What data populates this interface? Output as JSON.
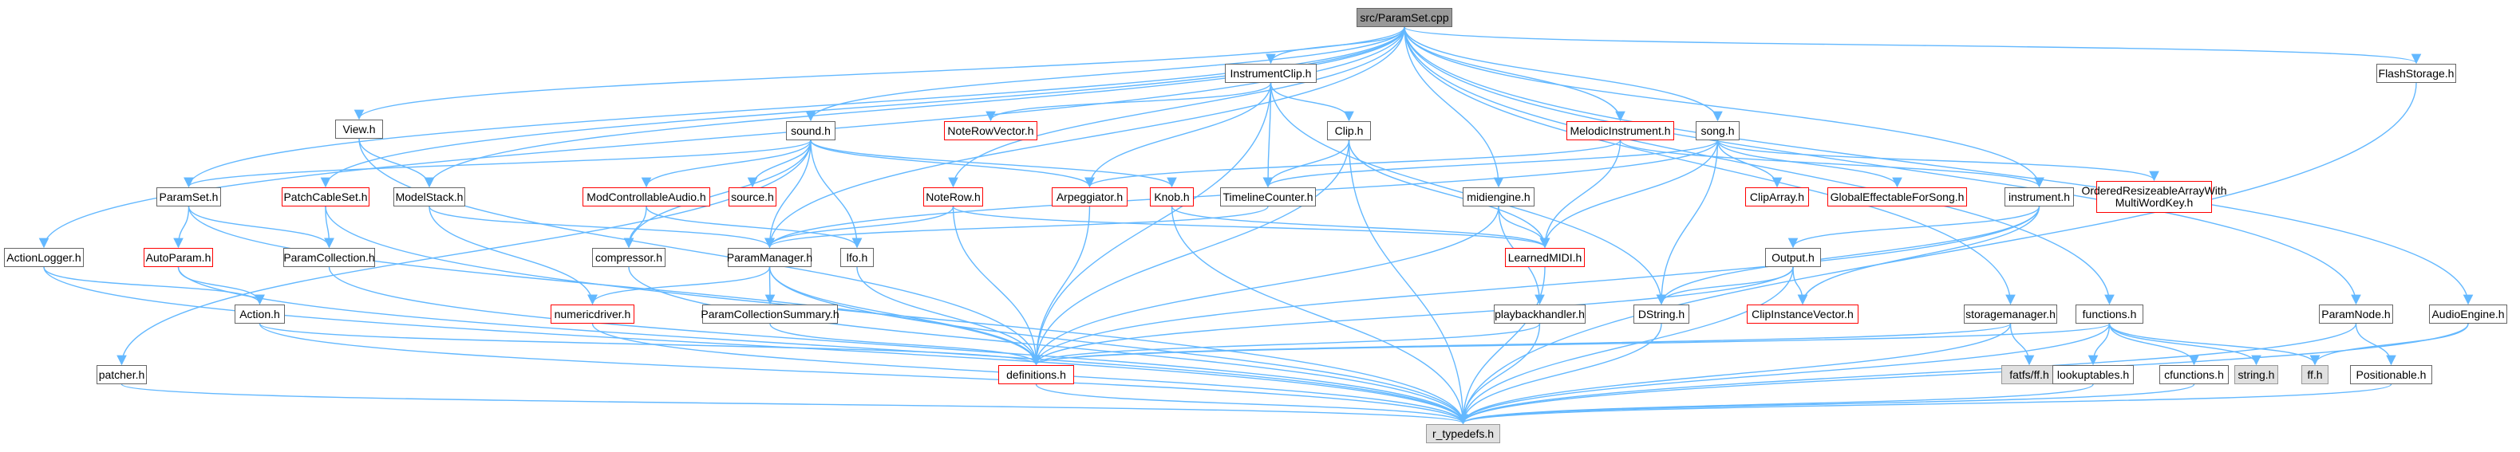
{
  "diagram": {
    "title": "",
    "colors": {
      "edge": "#63b8ff",
      "edge_dark": "#999999",
      "node_border": "#666666",
      "link_border": "#ff0000",
      "root_fill": "#999999",
      "external_fill": "#e0e0e0"
    },
    "nodes": [
      {
        "id": "ParamSet_cpp",
        "label": "src/ParamSet.cpp",
        "kind": "root"
      },
      {
        "id": "InstrumentClip_h",
        "label": "InstrumentClip.h",
        "kind": "link"
      },
      {
        "id": "FlashStorage_h",
        "label": "FlashStorage.h",
        "kind": "link"
      },
      {
        "id": "View_h",
        "label": "View.h",
        "kind": "link"
      },
      {
        "id": "sound_h",
        "label": "sound.h",
        "kind": "link"
      },
      {
        "id": "NoteRowVector_h",
        "label": "NoteRowVector.h",
        "kind": "incomplete"
      },
      {
        "id": "Clip_h",
        "label": "Clip.h",
        "kind": "link"
      },
      {
        "id": "MelodicInstrument_h",
        "label": "MelodicInstrument.h",
        "kind": "incomplete"
      },
      {
        "id": "song_h",
        "label": "song.h",
        "kind": "link"
      },
      {
        "id": "ParamSet_h",
        "label": "ParamSet.h",
        "kind": "link"
      },
      {
        "id": "PatchCableSet_h",
        "label": "PatchCableSet.h",
        "kind": "incomplete"
      },
      {
        "id": "ModelStack_h",
        "label": "ModelStack.h",
        "kind": "link"
      },
      {
        "id": "ModControllableAudio_h",
        "label": "ModControllableAudio.h",
        "kind": "incomplete"
      },
      {
        "id": "source_h",
        "label": "source.h",
        "kind": "incomplete"
      },
      {
        "id": "NoteRow_h",
        "label": "NoteRow.h",
        "kind": "incomplete"
      },
      {
        "id": "Arpeggiator_h",
        "label": "Arpeggiator.h",
        "kind": "incomplete"
      },
      {
        "id": "Knob_h",
        "label": "Knob.h",
        "kind": "incomplete"
      },
      {
        "id": "TimelineCounter_h",
        "label": "TimelineCounter.h",
        "kind": "link"
      },
      {
        "id": "midiengine_h",
        "label": "midiengine.h",
        "kind": "link"
      },
      {
        "id": "ClipArray_h",
        "label": "ClipArray.h",
        "kind": "incomplete"
      },
      {
        "id": "GlobalEffectableForSong_h",
        "label": "GlobalEffectableForSong.h",
        "kind": "incomplete"
      },
      {
        "id": "instrument_h",
        "label": "instrument.h",
        "kind": "link"
      },
      {
        "id": "OrderedResizeableArrayWithMultiWordKey_h",
        "label": "OrderedResizeableArrayWith MultiWordKey.h",
        "kind": "incomplete"
      },
      {
        "id": "ActionLogger_h",
        "label": "ActionLogger.h",
        "kind": "link"
      },
      {
        "id": "AutoParam_h",
        "label": "AutoParam.h",
        "kind": "incomplete"
      },
      {
        "id": "ParamCollection_h",
        "label": "ParamCollection.h",
        "kind": "link"
      },
      {
        "id": "compressor_h",
        "label": "compressor.h",
        "kind": "link"
      },
      {
        "id": "ParamManager_h",
        "label": "ParamManager.h",
        "kind": "link"
      },
      {
        "id": "lfo_h",
        "label": "lfo.h",
        "kind": "link"
      },
      {
        "id": "LearnedMIDI_h",
        "label": "LearnedMIDI.h",
        "kind": "incomplete"
      },
      {
        "id": "Output_h",
        "label": "Output.h",
        "kind": "link"
      },
      {
        "id": "Action_h",
        "label": "Action.h",
        "kind": "link"
      },
      {
        "id": "numericdriver_h",
        "label": "numericdriver.h",
        "kind": "incomplete"
      },
      {
        "id": "ParamCollectionSummary_h",
        "label": "ParamCollectionSummary.h",
        "kind": "link"
      },
      {
        "id": "playbackhandler_h",
        "label": "playbackhandler.h",
        "kind": "link"
      },
      {
        "id": "DString_h",
        "label": "DString.h",
        "kind": "link"
      },
      {
        "id": "ClipInstanceVector_h",
        "label": "ClipInstanceVector.h",
        "kind": "incomplete"
      },
      {
        "id": "storagemanager_h",
        "label": "storagemanager.h",
        "kind": "link"
      },
      {
        "id": "functions_h",
        "label": "functions.h",
        "kind": "link"
      },
      {
        "id": "ParamNode_h",
        "label": "ParamNode.h",
        "kind": "link"
      },
      {
        "id": "AudioEngine_h",
        "label": "AudioEngine.h",
        "kind": "link"
      },
      {
        "id": "patcher_h",
        "label": "patcher.h",
        "kind": "link"
      },
      {
        "id": "definitions_h",
        "label": "definitions.h",
        "kind": "incomplete"
      },
      {
        "id": "fatfs_ff_h",
        "label": "fatfs/ff.h",
        "kind": "external"
      },
      {
        "id": "lookuptables_h",
        "label": "lookuptables.h",
        "kind": "link"
      },
      {
        "id": "cfunctions_h",
        "label": "cfunctions.h",
        "kind": "link"
      },
      {
        "id": "string_h",
        "label": "string.h",
        "kind": "external"
      },
      {
        "id": "ff_h",
        "label": "ff.h",
        "kind": "external"
      },
      {
        "id": "Positionable_h",
        "label": "Positionable.h",
        "kind": "link"
      },
      {
        "id": "r_typedefs_h",
        "label": "r_typedefs.h",
        "kind": "external"
      }
    ],
    "edges": [
      [
        "ParamSet_cpp",
        "InstrumentClip_h"
      ],
      [
        "ParamSet_cpp",
        "FlashStorage_h"
      ],
      [
        "ParamSet_cpp",
        "View_h"
      ],
      [
        "ParamSet_cpp",
        "sound_h"
      ],
      [
        "ParamSet_cpp",
        "NoteRow_h"
      ],
      [
        "ParamSet_cpp",
        "MelodicInstrument_h"
      ],
      [
        "ParamSet_cpp",
        "song_h"
      ],
      [
        "ParamSet_cpp",
        "ParamSet_h"
      ],
      [
        "ParamSet_cpp",
        "PatchCableSet_h"
      ],
      [
        "ParamSet_cpp",
        "ModelStack_h"
      ],
      [
        "ParamSet_cpp",
        "ActionLogger_h"
      ],
      [
        "ParamSet_cpp",
        "ParamManager_h"
      ],
      [
        "ParamSet_cpp",
        "midiengine_h"
      ],
      [
        "ParamSet_cpp",
        "instrument_h"
      ],
      [
        "ParamSet_cpp",
        "functions_h"
      ],
      [
        "ParamSet_cpp",
        "ParamNode_h"
      ],
      [
        "ParamSet_cpp",
        "AudioEngine_h"
      ],
      [
        "ParamSet_cpp",
        "storagemanager_h"
      ],
      [
        "InstrumentClip_h",
        "NoteRowVector_h"
      ],
      [
        "InstrumentClip_h",
        "Clip_h"
      ],
      [
        "InstrumentClip_h",
        "Arpeggiator_h"
      ],
      [
        "InstrumentClip_h",
        "TimelineCounter_h"
      ],
      [
        "InstrumentClip_h",
        "DString_h"
      ],
      [
        "InstrumentClip_h",
        "definitions_h"
      ],
      [
        "FlashStorage_h",
        "r_typedefs_h"
      ],
      [
        "View_h",
        "ModelStack_h"
      ],
      [
        "View_h",
        "definitions_h"
      ],
      [
        "sound_h",
        "ModControllableAudio_h"
      ],
      [
        "sound_h",
        "source_h"
      ],
      [
        "sound_h",
        "Arpeggiator_h"
      ],
      [
        "sound_h",
        "Knob_h"
      ],
      [
        "sound_h",
        "ParamManager_h"
      ],
      [
        "sound_h",
        "lfo_h"
      ],
      [
        "sound_h",
        "compressor_h"
      ],
      [
        "sound_h",
        "ParamSet_h"
      ],
      [
        "sound_h",
        "patcher_h"
      ],
      [
        "Clip_h",
        "TimelineCounter_h"
      ],
      [
        "Clip_h",
        "LearnedMIDI_h"
      ],
      [
        "Clip_h",
        "definitions_h"
      ],
      [
        "Clip_h",
        "r_typedefs_h"
      ],
      [
        "MelodicInstrument_h",
        "instrument_h"
      ],
      [
        "MelodicInstrument_h",
        "Arpeggiator_h"
      ],
      [
        "MelodicInstrument_h",
        "LearnedMIDI_h"
      ],
      [
        "song_h",
        "ClipArray_h"
      ],
      [
        "song_h",
        "GlobalEffectableForSong_h"
      ],
      [
        "song_h",
        "OrderedResizeableArrayWithMultiWordKey_h"
      ],
      [
        "song_h",
        "TimelineCounter_h"
      ],
      [
        "song_h",
        "LearnedMIDI_h"
      ],
      [
        "song_h",
        "DString_h"
      ],
      [
        "song_h",
        "ParamManager_h"
      ],
      [
        "ParamSet_h",
        "AutoParam_h"
      ],
      [
        "ParamSet_h",
        "ParamCollection_h"
      ],
      [
        "ParamSet_h",
        "definitions_h"
      ],
      [
        "PatchCableSet_h",
        "ParamCollection_h"
      ],
      [
        "PatchCableSet_h",
        "r_typedefs_h"
      ],
      [
        "ModelStack_h",
        "ParamManager_h"
      ],
      [
        "ModelStack_h",
        "numericdriver_h"
      ],
      [
        "ModControllableAudio_h",
        "compressor_h"
      ],
      [
        "ModControllableAudio_h",
        "lfo_h"
      ],
      [
        "NoteRow_h",
        "ParamManager_h"
      ],
      [
        "NoteRow_h",
        "definitions_h"
      ],
      [
        "NoteRow_h",
        "LearnedMIDI_h"
      ],
      [
        "Arpeggiator_h",
        "definitions_h"
      ],
      [
        "Knob_h",
        "LearnedMIDI_h"
      ],
      [
        "Knob_h",
        "r_typedefs_h"
      ],
      [
        "TimelineCounter_h",
        "ParamManager_h"
      ],
      [
        "midiengine_h",
        "LearnedMIDI_h"
      ],
      [
        "midiengine_h",
        "playbackhandler_h"
      ],
      [
        "midiengine_h",
        "definitions_h"
      ],
      [
        "instrument_h",
        "Output_h"
      ],
      [
        "instrument_h",
        "ClipInstanceVector_h"
      ],
      [
        "instrument_h",
        "DString_h"
      ],
      [
        "instrument_h",
        "definitions_h"
      ],
      [
        "ActionLogger_h",
        "Action_h"
      ],
      [
        "ActionLogger_h",
        "r_typedefs_h"
      ],
      [
        "AutoParam_h",
        "Action_h"
      ],
      [
        "AutoParam_h",
        "r_typedefs_h"
      ],
      [
        "ParamCollection_h",
        "r_typedefs_h"
      ],
      [
        "compressor_h",
        "r_typedefs_h"
      ],
      [
        "ParamManager_h",
        "numericdriver_h"
      ],
      [
        "ParamManager_h",
        "ParamCollectionSummary_h"
      ],
      [
        "ParamManager_h",
        "definitions_h"
      ],
      [
        "ParamManager_h",
        "r_typedefs_h"
      ],
      [
        "lfo_h",
        "definitions_h"
      ],
      [
        "LearnedMIDI_h",
        "r_typedefs_h"
      ],
      [
        "Output_h",
        "ClipInstanceVector_h"
      ],
      [
        "Output_h",
        "DString_h"
      ],
      [
        "Output_h",
        "definitions_h"
      ],
      [
        "Output_h",
        "r_typedefs_h"
      ],
      [
        "Action_h",
        "definitions_h"
      ],
      [
        "Action_h",
        "r_typedefs_h"
      ],
      [
        "numericdriver_h",
        "r_typedefs_h"
      ],
      [
        "ParamCollectionSummary_h",
        "definitions_h"
      ],
      [
        "playbackhandler_h",
        "definitions_h"
      ],
      [
        "playbackhandler_h",
        "r_typedefs_h"
      ],
      [
        "DString_h",
        "r_typedefs_h"
      ],
      [
        "storagemanager_h",
        "fatfs_ff_h"
      ],
      [
        "storagemanager_h",
        "definitions_h"
      ],
      [
        "storagemanager_h",
        "r_typedefs_h"
      ],
      [
        "functions_h",
        "definitions_h"
      ],
      [
        "functions_h",
        "lookuptables_h"
      ],
      [
        "functions_h",
        "cfunctions_h"
      ],
      [
        "functions_h",
        "string_h"
      ],
      [
        "functions_h",
        "ff_h"
      ],
      [
        "functions_h",
        "r_typedefs_h"
      ],
      [
        "ParamNode_h",
        "Positionable_h"
      ],
      [
        "ParamNode_h",
        "r_typedefs_h"
      ],
      [
        "AudioEngine_h",
        "ff_h"
      ],
      [
        "AudioEngine_h",
        "r_typedefs_h"
      ],
      [
        "patcher_h",
        "r_typedefs_h"
      ],
      [
        "definitions_h",
        "r_typedefs_h"
      ],
      [
        "lookuptables_h",
        "r_typedefs_h"
      ],
      [
        "cfunctions_h",
        "r_typedefs_h"
      ],
      [
        "Positionable_h",
        "r_typedefs_h"
      ]
    ]
  }
}
